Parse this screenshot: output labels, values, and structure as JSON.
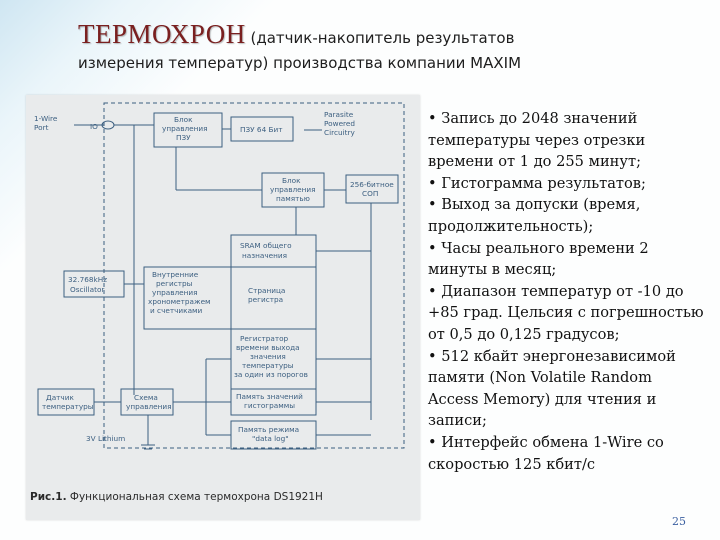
{
  "slide": {
    "title_big": "ТЕРМОХРОН",
    "title_small": " (датчик-накопитель результатов",
    "title_line2": "измерения температур) производства компании  MAXIM",
    "page_number": "25"
  },
  "diagram": {
    "port_label_1": "1-Wire",
    "port_label_2": "Port",
    "io_label": "IO",
    "block_memctrl": [
      "Блок",
      "управления",
      "ПЗУ"
    ],
    "block_rom": "ПЗУ 64 Бит",
    "parasite": [
      "Parasite",
      "Powered",
      "Circuitry"
    ],
    "block_mem_mgmt": [
      "Блок",
      "управления",
      "памятью"
    ],
    "block_crc": [
      "256-битное",
      "СОП"
    ],
    "block_sram": [
      "SRAM общего",
      "назначения"
    ],
    "oscillator": [
      "32.768kHz",
      "Oscillator"
    ],
    "block_registers": [
      "Внутренние",
      "регистры",
      "управления",
      "хронометражем",
      "и счетчиками"
    ],
    "block_page": [
      "Страница",
      "регистра"
    ],
    "block_time_reg": [
      "Регистратор",
      "времени выхода",
      "значения",
      "температуры",
      "за один из порогов"
    ],
    "block_histogram": [
      "Память значений",
      "гистограммы"
    ],
    "block_datalog": [
      "Память режима",
      "\"data log\""
    ],
    "sensor": [
      "Датчик",
      "температуры"
    ],
    "control": [
      "Схема",
      "управления"
    ],
    "battery": "3V Lithium",
    "caption_bold": "Рис.1.",
    "caption_text": " Функциональная схема термохрона DS1921H"
  },
  "bullets": [
    "• Запись до 2048 значений",
    "температуры через отрезки",
    "времени от 1 до 255 минут;",
    "• Гистограмма результатов;",
    "• Выход за допуски (время,",
    "продолжительность);",
    "• Часы реального времени 2",
    "минуты в месяц;",
    "• Диапазон температур  от -10 до",
    "+85 град. Цельсия с погрешностью",
    "от 0,5 до 0,125 градусов;",
    "• 512 кбайт энергонезависимой",
    "памяти (Non Volatile Random",
    "Access Memory) для чтения и",
    "записи;",
    "• Интерфейс обмена 1-Wire со",
    "скоростью 125 кбит/с"
  ],
  "colors": {
    "title_accent": "#7a2020",
    "diagram_line": "#3c5f80",
    "page_number": "#3a5fa0"
  }
}
